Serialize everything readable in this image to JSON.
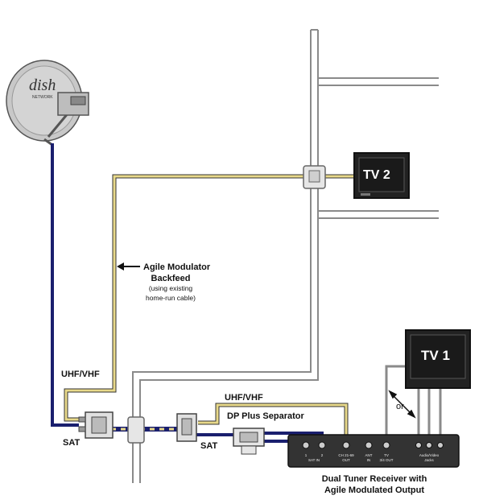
{
  "dish": {
    "brand_text": "dish",
    "sub_text": "NETWORK"
  },
  "tv2": {
    "label": "TV 2"
  },
  "tv1": {
    "label": "TV 1"
  },
  "backfeed": {
    "line1": "Agile Modulator",
    "line2": "Backfeed",
    "line3": "(using existing",
    "line4": "home-run cable)"
  },
  "labels": {
    "uhf_vhf_left": "UHF/VHF",
    "uhf_vhf_right": "UHF/VHF",
    "sat_left": "SAT",
    "sat_right": "SAT",
    "dp_plus": "DP Plus Separator",
    "or": "or"
  },
  "receiver": {
    "title_line1": "Dual Tuner Receiver with",
    "title_line2": "Agile Modulated Output",
    "port_1": "1",
    "port_2": "2",
    "sat_in": "SAT IN",
    "ch_out_1": "CH 21-69",
    "ch_out_2": "OUT",
    "ant_1": "ANT",
    "ant_2": "IN",
    "tv_out_1": "TV",
    "tv_out_2": "3/4 OUT",
    "av_1": "Audio/Video",
    "av_2": "Jacks"
  },
  "colors": {
    "sat_cable": "#1a1f6e",
    "uhf_cable": "#e8d98a",
    "wall": "#888888",
    "device": "#333333"
  }
}
